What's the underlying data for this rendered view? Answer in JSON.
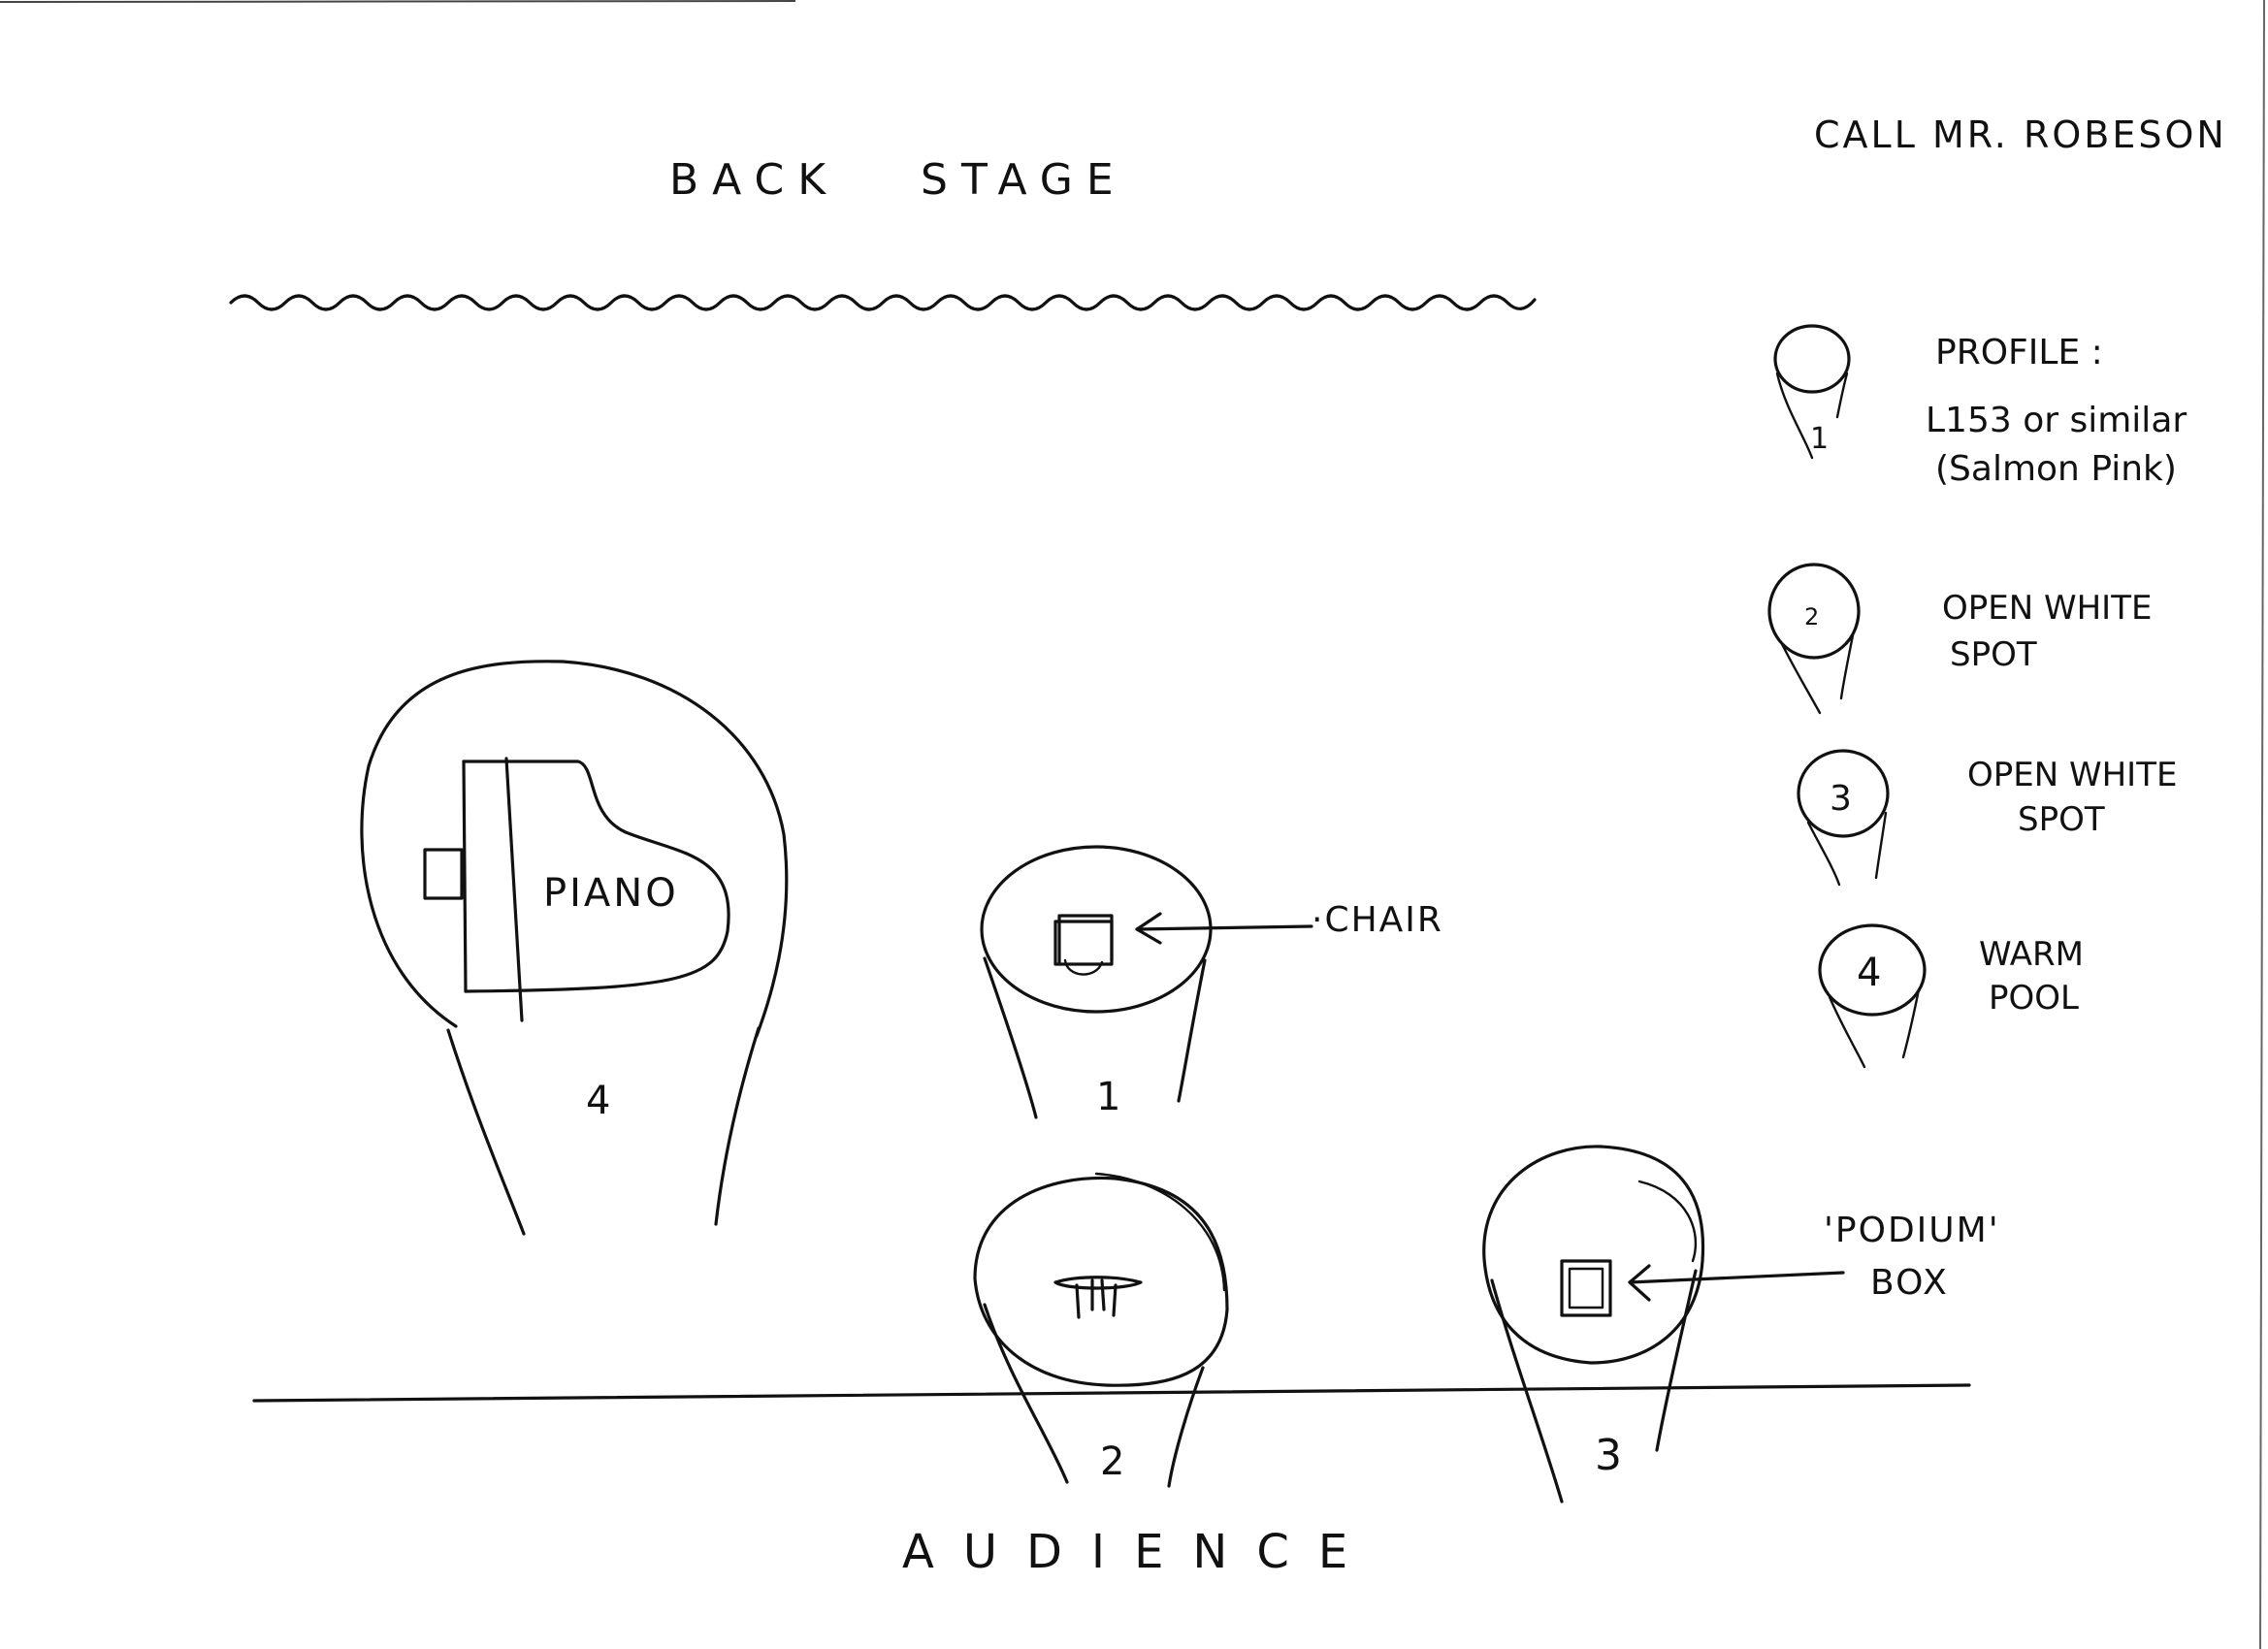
{
  "title": "CALL MR. ROBESON",
  "labels": {
    "backstage": "BACK   STAGE",
    "audience": "AUDIENCE",
    "piano": "PIANO",
    "chair": "·CHAIR",
    "podium_line1": "'PODIUM'",
    "podium_line2": "BOX"
  },
  "pool_numbers": {
    "pool4": "4",
    "pool1": "1",
    "pool2": "2",
    "pool3": "3"
  },
  "legend": [
    {
      "key": "1",
      "lines": [
        "PROFILE :",
        "L153 or similar",
        "(Salmon Pink)"
      ]
    },
    {
      "key": "2",
      "lines": [
        "OPEN WHITE",
        "SPOT"
      ]
    },
    {
      "key": "3",
      "lines": [
        "OPEN WHITE",
        "SPOT"
      ]
    },
    {
      "key": "4",
      "lines": [
        "WARM",
        "POOL"
      ]
    }
  ]
}
